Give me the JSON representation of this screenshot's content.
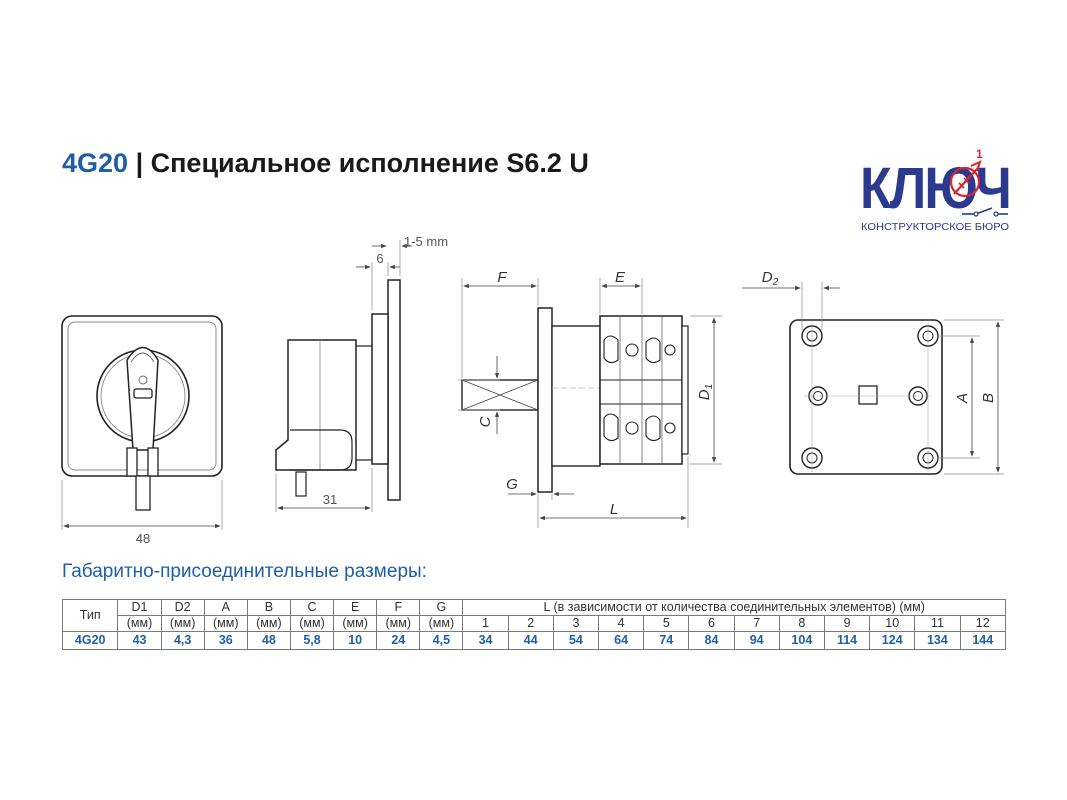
{
  "header": {
    "model": "4G20",
    "separator": " | ",
    "title": "Специальное исполнение S6.2 U"
  },
  "logo": {
    "word": "КЛЮЧ",
    "superscript": "1",
    "subtitle": "КОНСТРУКТОРСКОЕ БЮРО",
    "colors": {
      "blue": "#2b3a8f",
      "red": "#d9262c"
    }
  },
  "drawing": {
    "front": {
      "width_label": "48"
    },
    "side": {
      "depth_label": "31",
      "flange_label": "6",
      "panel_label": "1-5 mm"
    },
    "section": {
      "F": "F",
      "E": "E",
      "D1": "D",
      "D1_sub": "1",
      "C": "C",
      "G": "G",
      "L": "L"
    },
    "mount": {
      "D2": "D",
      "D2_sub": "2",
      "A": "A",
      "B": "B"
    }
  },
  "dimensions": {
    "section_title": "Габаритно-присоединительные размеры:",
    "type_header": "Тип",
    "columns": [
      {
        "name": "D1",
        "unit": "(мм)"
      },
      {
        "name": "D2",
        "unit": "(мм)"
      },
      {
        "name": "A",
        "unit": "(мм)"
      },
      {
        "name": "B",
        "unit": "(мм)"
      },
      {
        "name": "C",
        "unit": "(мм)"
      },
      {
        "name": "E",
        "unit": "(мм)"
      },
      {
        "name": "F",
        "unit": "(мм)"
      },
      {
        "name": "G",
        "unit": "(мм)"
      }
    ],
    "l_header": "L (в зависимости от количества соединительных элементов) (мм)",
    "l_counts": [
      "1",
      "2",
      "3",
      "4",
      "5",
      "6",
      "7",
      "8",
      "9",
      "10",
      "11",
      "12"
    ],
    "rows": [
      {
        "type": "4G20",
        "values": [
          "43",
          "4,3",
          "36",
          "48",
          "5,8",
          "10",
          "24",
          "4,5"
        ],
        "l_values": [
          "34",
          "44",
          "54",
          "64",
          "74",
          "84",
          "94",
          "104",
          "114",
          "124",
          "134",
          "144"
        ]
      }
    ]
  },
  "colors": {
    "accent": "#1f5fa8",
    "text": "#1a1a1a",
    "line": "#222222"
  }
}
